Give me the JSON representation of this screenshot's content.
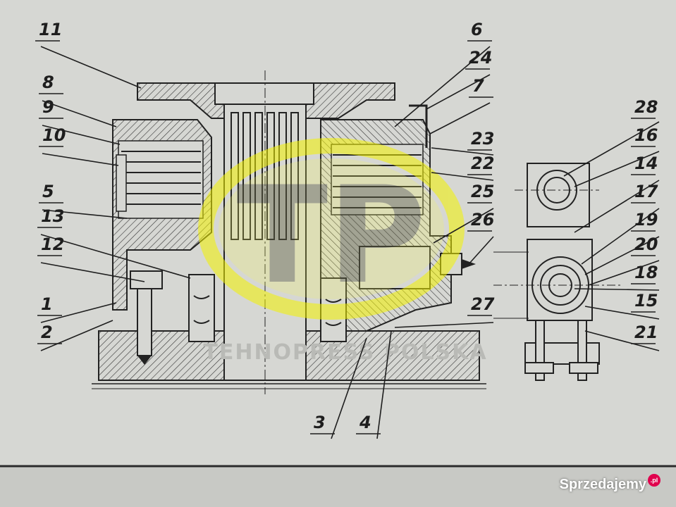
{
  "callouts": [
    {
      "label": "11"
    },
    {
      "label": "8"
    },
    {
      "label": "9"
    },
    {
      "label": "10"
    },
    {
      "label": "5"
    },
    {
      "label": "13"
    },
    {
      "label": "12"
    },
    {
      "label": "1"
    },
    {
      "label": "2"
    },
    {
      "label": "6"
    },
    {
      "label": "24"
    },
    {
      "label": "7"
    },
    {
      "label": "23"
    },
    {
      "label": "22"
    },
    {
      "label": "25"
    },
    {
      "label": "26"
    },
    {
      "label": "27"
    },
    {
      "label": "3"
    },
    {
      "label": "4"
    },
    {
      "label": "28"
    },
    {
      "label": "16"
    },
    {
      "label": "14"
    },
    {
      "label": "17"
    },
    {
      "label": "19"
    },
    {
      "label": "20"
    },
    {
      "label": "18"
    },
    {
      "label": "15"
    },
    {
      "label": "21"
    }
  ],
  "watermark": {
    "logo_letters": "TP",
    "company_text": "TEHNOPRESS POLSKA",
    "logo_color": "#e6e63a"
  },
  "site_badge": {
    "text": "Sprzedajemy",
    "suffix": ".pl",
    "accent_color": "#e0004d"
  }
}
